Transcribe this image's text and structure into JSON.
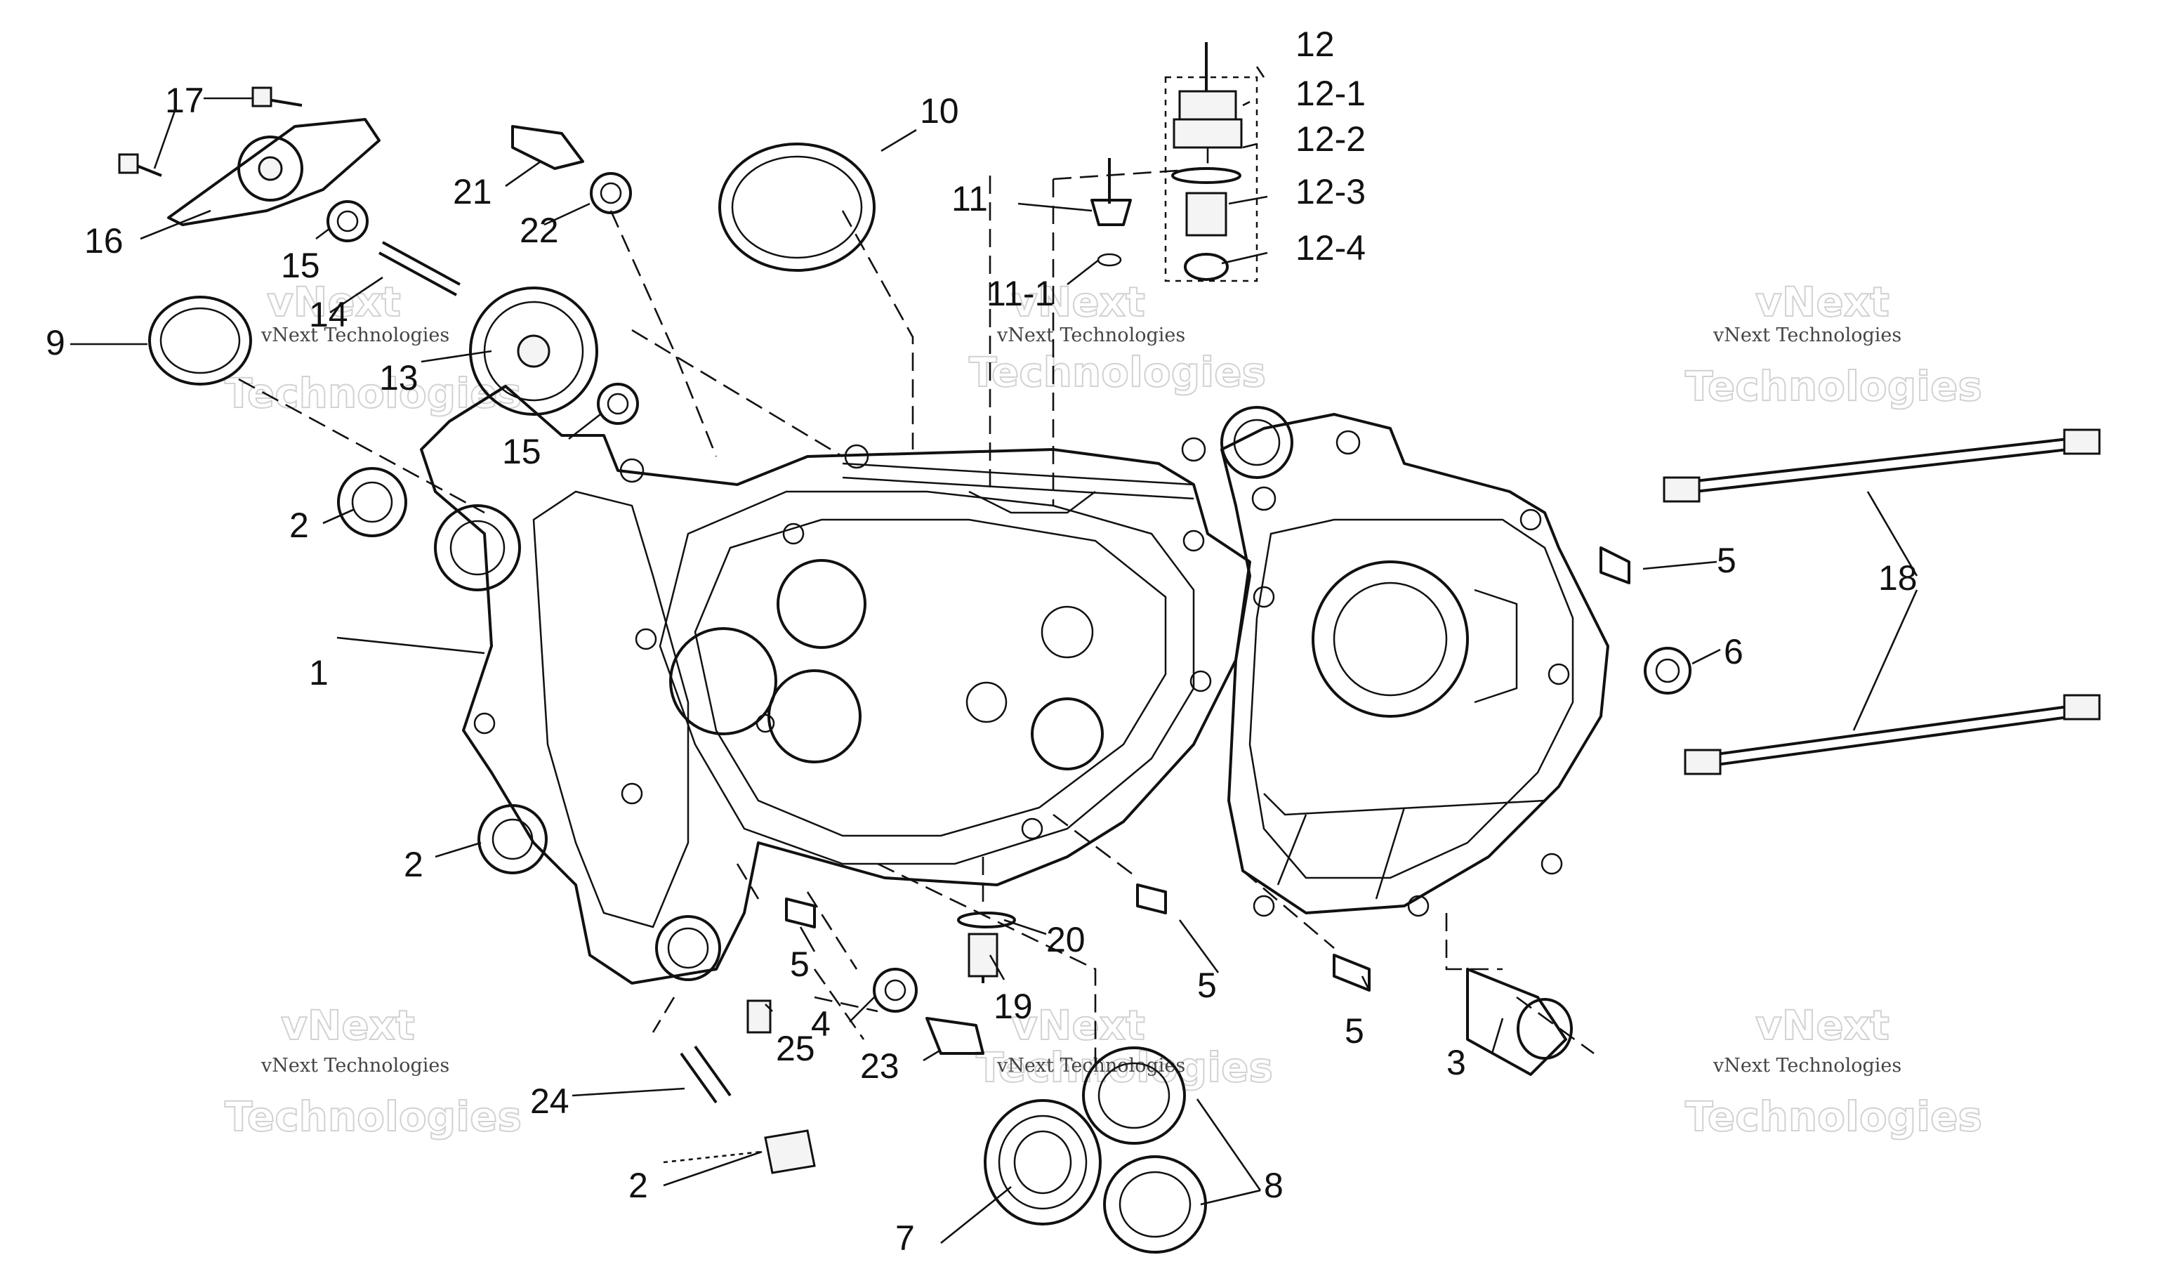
{
  "colors": {
    "line": "#111111",
    "watermark": "#d2d2d2",
    "background": "#ffffff"
  },
  "watermark": {
    "sub": "vNext Technologies",
    "main": "Technologies",
    "small": "vNext"
  },
  "callouts": {
    "c1": "1",
    "c2a": "2",
    "c2b": "2",
    "c2c": "2",
    "c3": "3",
    "c4": "4",
    "c5a": "5",
    "c5b": "5",
    "c5c": "5",
    "c5d": "5",
    "c6": "6",
    "c7": "7",
    "c8": "8",
    "c9": "9",
    "c10": "10",
    "c11": "11",
    "c11_1": "11-1",
    "c12": "12",
    "c12_1": "12-1",
    "c12_2": "12-2",
    "c12_3": "12-3",
    "c12_4": "12-4",
    "c13": "13",
    "c14": "14",
    "c15a": "15",
    "c15b": "15",
    "c16": "16",
    "c17": "17",
    "c18": "18",
    "c19": "19",
    "c20": "20",
    "c21": "21",
    "c22": "22",
    "c23": "23",
    "c24": "24",
    "c25": "25"
  }
}
